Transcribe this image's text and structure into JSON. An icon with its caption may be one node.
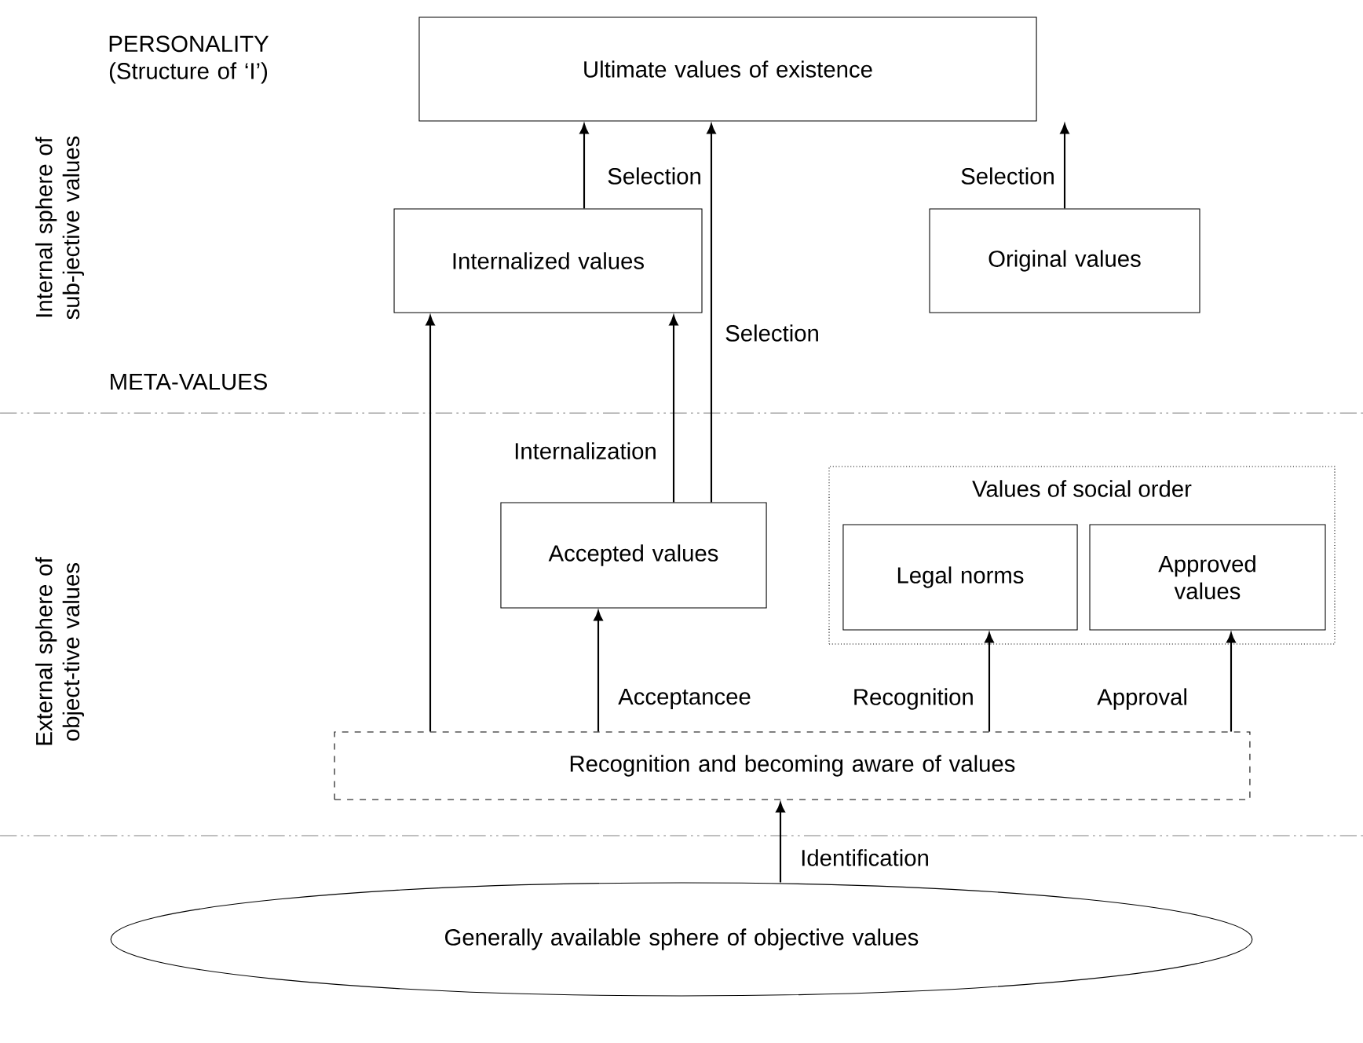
{
  "diagram": {
    "nodes": [
      {
        "text": [
          "Ultimate values of existence"
        ]
      },
      {
        "text": [
          "Internalized values"
        ]
      },
      {
        "text": [
          "Original values"
        ]
      },
      {
        "text": [
          "Accepted values"
        ]
      },
      {
        "text": [
          "Values of social order"
        ]
      },
      {
        "text": [
          "Legal norms"
        ],
        "in": 4
      },
      {
        "text": [
          "Approved values"
        ],
        "in": 4
      },
      {
        "text": [
          "Recognition and becoming aware of values"
        ]
      },
      {
        "text": [
          "Generally available sphere of objective values"
        ]
      }
    ],
    "edges": [
      {
        "from": 1,
        "to": 0,
        "arrow": "to",
        "label": "Selection"
      },
      {
        "from": 3,
        "to": 0,
        "arrow": "to",
        "label": "Selection"
      },
      {
        "from": 2,
        "to": 0,
        "arrow": "to",
        "label": "Selection"
      },
      {
        "from": 7,
        "to": 1,
        "arrow": "to"
      },
      {
        "from": 3,
        "to": 1,
        "arrow": "to",
        "label": "Internalization"
      },
      {
        "from": 7,
        "to": 3,
        "arrow": "to",
        "label": "Acceptancee"
      },
      {
        "from": 7,
        "to": 5,
        "arrow": "to",
        "label": "Recognition"
      },
      {
        "from": 7,
        "to": 6,
        "arrow": "to",
        "label": "Approval"
      },
      {
        "from": 8,
        "to": 7,
        "arrow": "to",
        "label": "Identification"
      }
    ],
    "labels": [
      "PERSONALITY (Structure of ‘I’)",
      "META-VALUES",
      "Internal sphere of sub-jective values",
      "External sphere of object-tive values"
    ]
  }
}
